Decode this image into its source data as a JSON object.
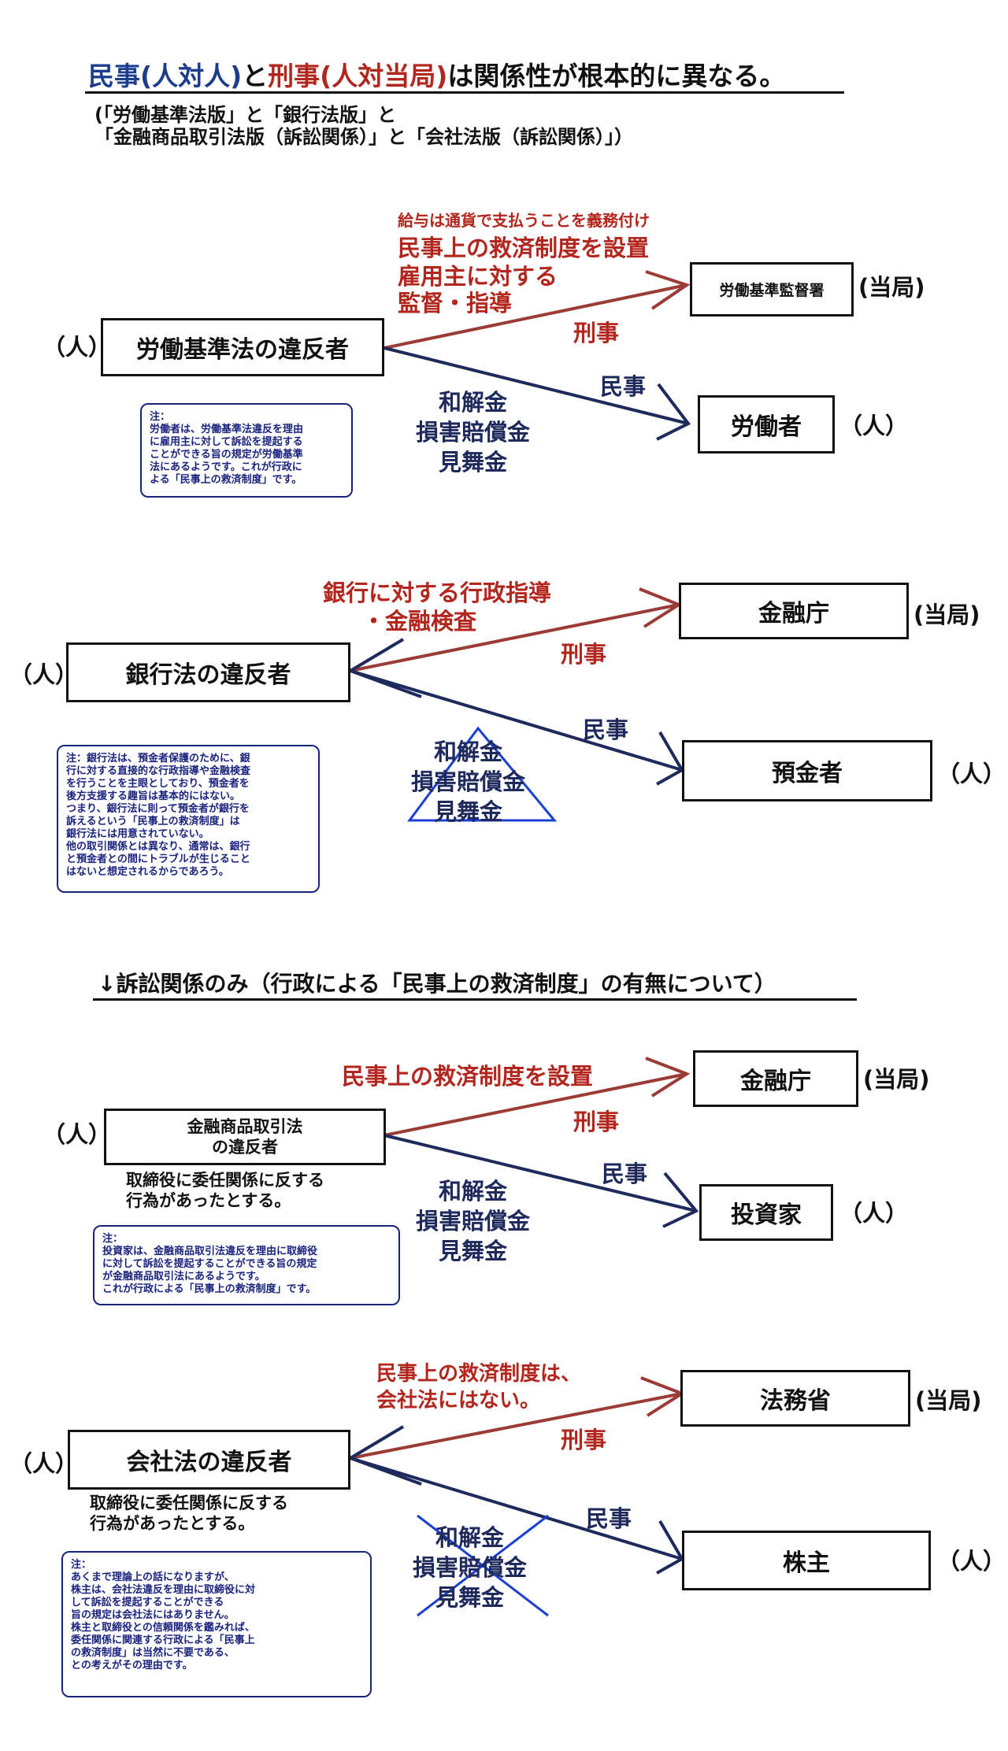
{
  "header": {
    "title_part1": "民事(人対人)",
    "title_part2": "と",
    "title_part3": "刑事(人対当局)",
    "title_part4": "は関係性が根本的に異なる。",
    "subtitle_line1": "(「労働基準法版」と「銀行法版」と",
    "subtitle_line2": "「金融商品取引法版（訴訟関係）」と「会社法版（訴訟関係）」）"
  },
  "common": {
    "person": "（人）",
    "authority": "(当局)",
    "keiji": "刑事",
    "minji": "民事",
    "remedies": [
      "和解金",
      "損害賠償金",
      "見舞金"
    ]
  },
  "section1": {
    "violator": "労働基準法の違反者",
    "authority_box": "労働基準監督署",
    "civil_box": "労働者",
    "red_lines": [
      "給与は通貨で支払うことを義務付け",
      "民事上の救済制度を設置",
      "雇用主に対する",
      "監督・指導"
    ],
    "note": "注：\n労働者は、労働基準法違反を理由\nに雇用主に対して訴訟を提起する\nことができる旨の規定が労働基準\n法にあるようです。これが行政に\nよる「民事上の救済制度」です。"
  },
  "section2": {
    "violator": "銀行法の違反者",
    "authority_box": "金融庁",
    "civil_box": "預金者",
    "red_lines": [
      "銀行に対する行政指導",
      "・金融検査"
    ],
    "note": "注：銀行法は、預金者保護のために、銀\n行に対する直接的な行政指導や金融検査\nを行うことを主眼としており、預金者を\n後方支援する趣旨は基本的にはない。\nつまり、銀行法に則って預金者が銀行を\n訴えるという「民事上の救済制度」は\n銀行法には用意されていない。\n他の取引関係とは異なり、通常は、銀行\nと預金者との間にトラブルが生じること\nはないと想定されるからであろう。"
  },
  "divider": {
    "text": "↓訴訟関係のみ（行政による「民事上の救済制度」の有無について）"
  },
  "section3": {
    "violator_line1": "金融商品取引法",
    "violator_line2": "の違反者",
    "authority_box": "金融庁",
    "civil_box": "投資家",
    "red_line": "民事上の救済制度を設置",
    "under_text_line1": "取締役に委任関係に反する",
    "under_text_line2": "行為があったとする。",
    "note": "注：\n投資家は、金融商品取引法違反を理由に取締役\nに対して訴訟を提起することができる旨の規定\nが金融商品取引法にあるようです。\nこれが行政による「民事上の救済制度」です。"
  },
  "section4": {
    "violator": "会社法の違反者",
    "authority_box": "法務省",
    "civil_box": "株主",
    "red_lines": [
      "民事上の救済制度は、",
      "会社法にはない。"
    ],
    "under_text_line1": "取締役に委任関係に反する",
    "under_text_line2": "行為があったとする。",
    "note": "注：\nあくまで理論上の話になりますが、\n株主は、会社法違反を理由に取締役に対\nして訴訟を提起することができる\n旨の規定は会社法にはありません。\n株主と取締役との信頼関係を鑑みれば、\n委任関係に関連する行政による「民事上\nの救済制度」は当然に不要である、\nとの考えがその理由です。"
  },
  "colors": {
    "red": "#b3261e",
    "navy": "#1f2a5c",
    "blue": "#1c3d8c",
    "triangle": "#1a3fd6"
  }
}
